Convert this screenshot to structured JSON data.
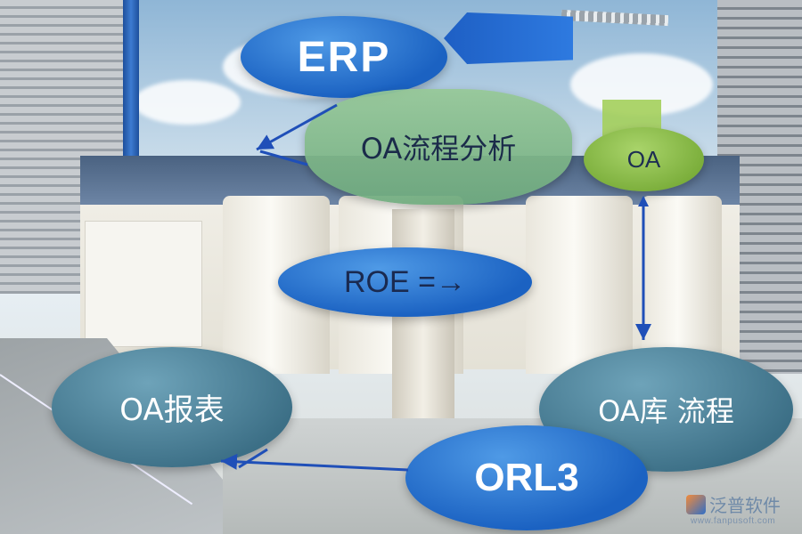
{
  "nodes": {
    "erp": {
      "label": "ERP"
    },
    "oa_top": {
      "label": "OA"
    },
    "center_green": {
      "label": "OA流程分析"
    },
    "roe": {
      "label": "ROE =→"
    },
    "left_teal": {
      "label": "OA报表"
    },
    "right_teal": {
      "label": "OA库 流程"
    },
    "orl": {
      "label": "ORL3"
    }
  },
  "watermark": {
    "name": "泛普软件",
    "url": "www.fanpusoft.com"
  },
  "colors": {
    "blue": "#1b62c2",
    "teal": "#3c6f86",
    "green": "#7aad3a",
    "arrow": "#1f4fb8"
  }
}
